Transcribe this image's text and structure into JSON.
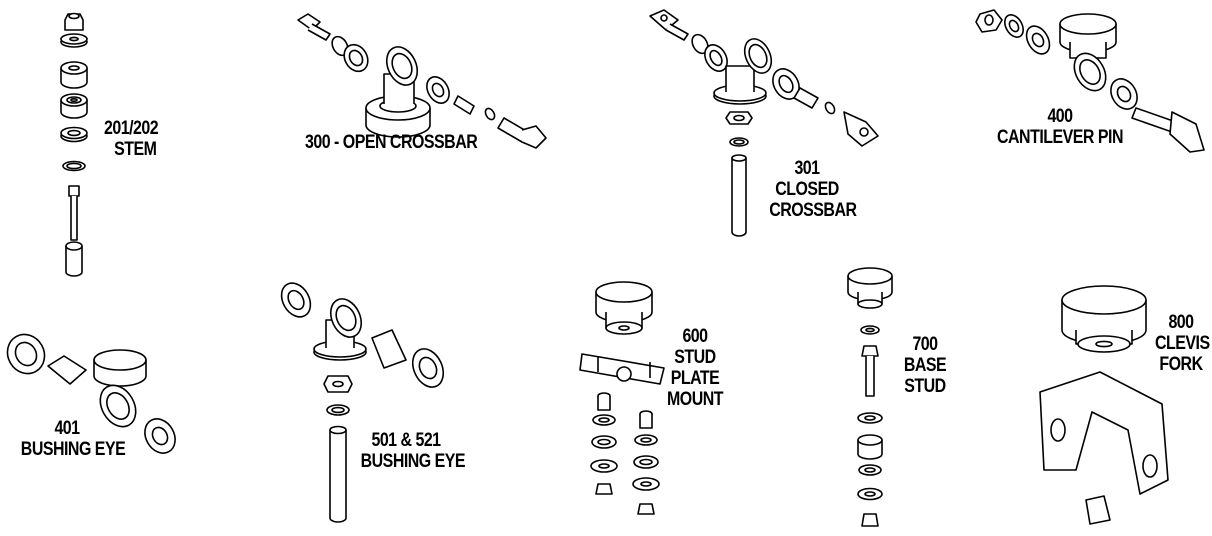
{
  "labels": {
    "stem": [
      "201/202",
      "STEM"
    ],
    "open_crossbar": [
      "300 - OPEN CROSSBAR"
    ],
    "closed_crossbar": [
      "301",
      "CLOSED",
      "CROSSBAR"
    ],
    "cantilever": [
      "400",
      "CANTILEVER PIN"
    ],
    "bushing_eye_401": [
      "401",
      "BUSHING EYE"
    ],
    "bushing_eye_501": [
      "501 & 521",
      "BUSHING EYE"
    ],
    "stud_plate": [
      "600",
      "STUD",
      "PLATE",
      "MOUNT"
    ],
    "base_stud": [
      "700",
      "BASE",
      "STUD"
    ],
    "clevis_fork": [
      "800",
      "CLEVIS",
      "FORK"
    ]
  }
}
